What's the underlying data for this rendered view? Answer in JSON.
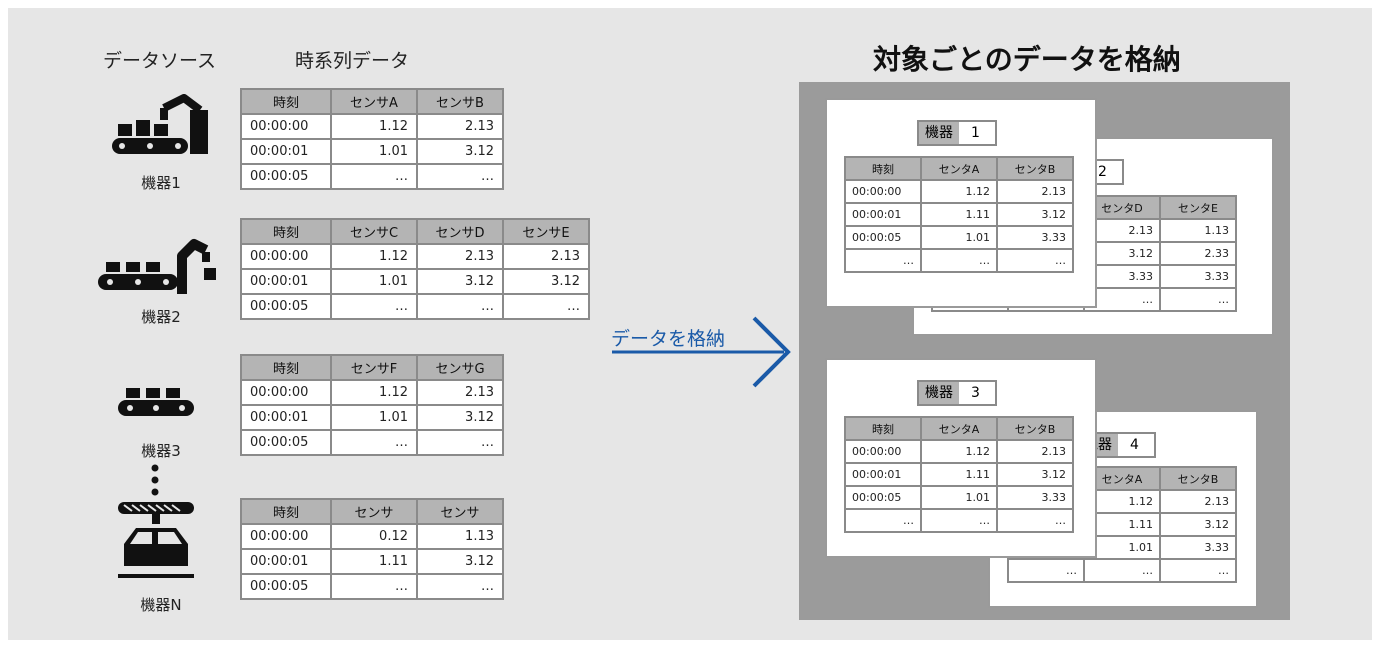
{
  "headers": {
    "data_source": "データソース",
    "time_series": "時系列データ",
    "title": "対象ごとのデータを格納",
    "arrow_label": "データを格納"
  },
  "devices": [
    {
      "label": "機器1",
      "icon": "factory-robot-arm-conveyor-icon",
      "columns": [
        "時刻",
        "センサA",
        "センサB"
      ],
      "rows": [
        [
          "00:00:00",
          "1.12",
          "2.13"
        ],
        [
          "00:00:01",
          "1.01",
          "3.12"
        ],
        [
          "00:00:05",
          "…",
          "…"
        ]
      ]
    },
    {
      "label": "機器2",
      "icon": "robot-arm-conveyor-icon",
      "columns": [
        "時刻",
        "センサC",
        "センサD",
        "センサE"
      ],
      "rows": [
        [
          "00:00:00",
          "1.12",
          "2.13",
          "2.13"
        ],
        [
          "00:00:01",
          "1.01",
          "3.12",
          "3.12"
        ],
        [
          "00:00:05",
          "…",
          "…",
          "…"
        ]
      ]
    },
    {
      "label": "機器3",
      "icon": "conveyor-icon",
      "columns": [
        "時刻",
        "センサF",
        "センサG"
      ],
      "rows": [
        [
          "00:00:00",
          "1.12",
          "2.13"
        ],
        [
          "00:00:01",
          "1.01",
          "3.12"
        ],
        [
          "00:00:05",
          "…",
          "…"
        ]
      ]
    },
    {
      "label": "機器N",
      "icon": "car-assembly-icon",
      "columns": [
        "時刻",
        "センサ",
        "センサ"
      ],
      "rows": [
        [
          "00:00:00",
          "0.12",
          "1.13"
        ],
        [
          "00:00:01",
          "1.11",
          "3.12"
        ],
        [
          "00:00:05",
          "…",
          "…"
        ]
      ]
    }
  ],
  "storage": {
    "device_key": "機器",
    "device_key_clipped": "機器",
    "cards": [
      {
        "number": "1",
        "columns": [
          "時刻",
          "センタA",
          "センタB"
        ],
        "rows": [
          [
            "00:00:00",
            "1.12",
            "2.13"
          ],
          [
            "00:00:01",
            "1.11",
            "3.12"
          ],
          [
            "00:00:05",
            "1.01",
            "3.33"
          ],
          [
            "…",
            "…",
            "…"
          ]
        ]
      },
      {
        "number": "2",
        "columns": [
          "センタD",
          "センタE"
        ],
        "rows": [
          [
            "2.13",
            "1.13"
          ],
          [
            "3.12",
            "2.33"
          ],
          [
            "3.33",
            "3.33"
          ],
          [
            "…",
            "…",
            "…",
            "…"
          ]
        ]
      },
      {
        "number": "3",
        "columns": [
          "時刻",
          "センタA",
          "センタB"
        ],
        "rows": [
          [
            "00:00:00",
            "1.12",
            "2.13"
          ],
          [
            "00:00:01",
            "1.11",
            "3.12"
          ],
          [
            "00:00:05",
            "1.01",
            "3.33"
          ],
          [
            "…",
            "…",
            "…"
          ]
        ]
      },
      {
        "number": "4",
        "columns": [
          "センタA",
          "センタB"
        ],
        "rows": [
          [
            "1.12",
            "2.13"
          ],
          [
            "1.11",
            "3.12"
          ],
          [
            "1.01",
            "3.33"
          ],
          [
            "…",
            "…",
            "…"
          ]
        ]
      }
    ]
  },
  "colors": {
    "canvas_bg": "#e6e6e6",
    "storage_bg": "#9b9b9b",
    "table_header": "#b4b4b4",
    "table_border": "#8a8a8a",
    "arrow": "#1a5aa8",
    "icon": "#111111"
  }
}
